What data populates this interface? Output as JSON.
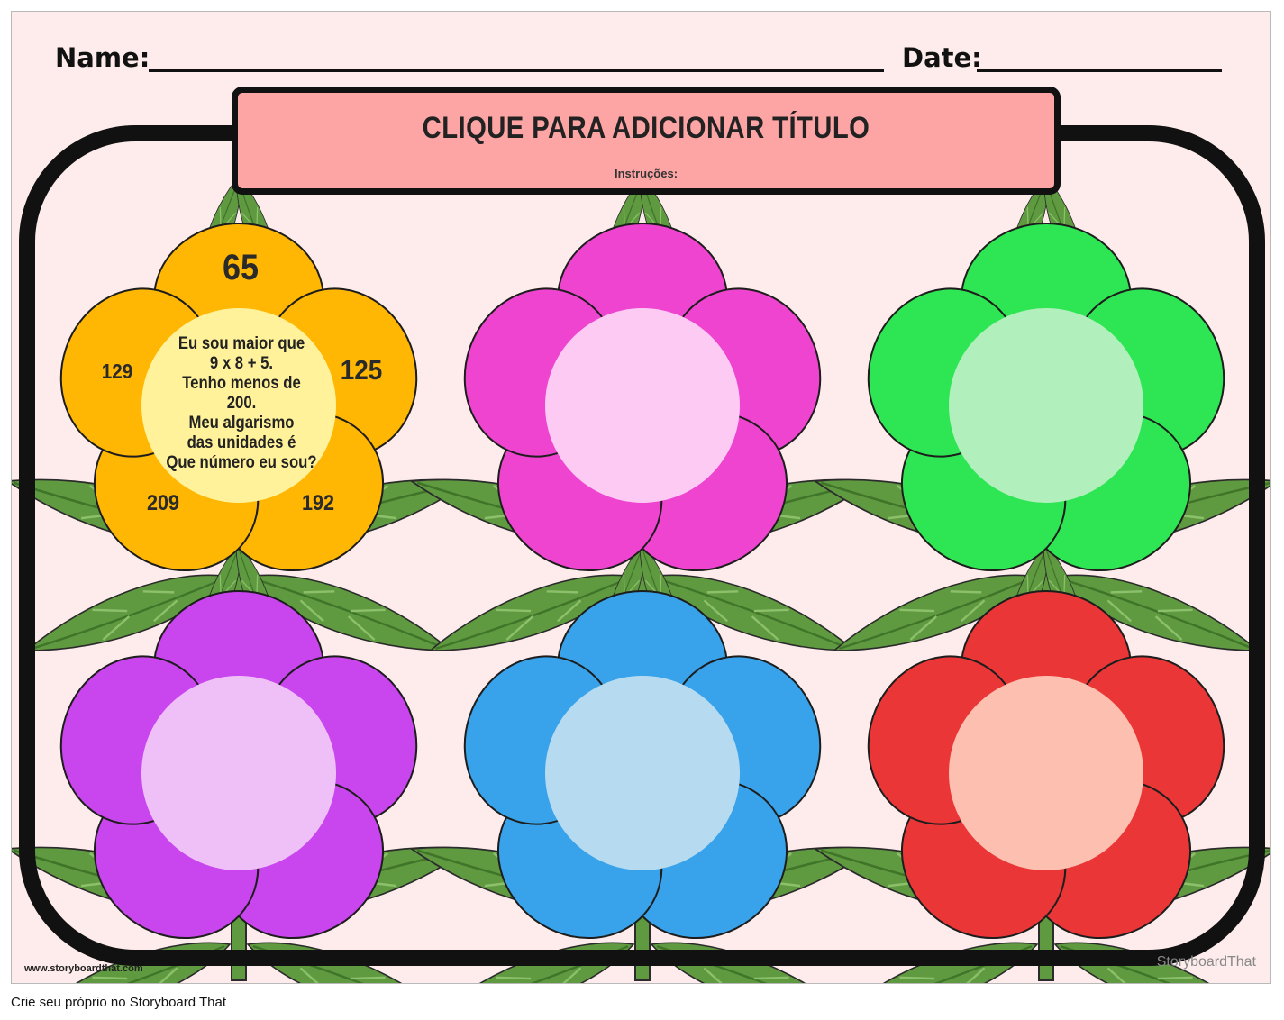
{
  "header": {
    "name_label": "Name:",
    "date_label": "Date:"
  },
  "title": {
    "text": "CLIQUE PARA ADICIONAR TÍTULO",
    "instructions": "Instruções:"
  },
  "colors": {
    "sheet_background": "#fdeceb",
    "title_box": "#fda4a4",
    "leaf": "#5f9a41",
    "leaf_dark": "#3f7429",
    "frame": "#111111"
  },
  "flowers": [
    {
      "petal_color": "#ffb703",
      "center_color": "#fff29a",
      "petal_numbers": [
        "65",
        "125",
        "192",
        "209",
        "129"
      ],
      "riddle_lines": [
        "Eu sou maior que",
        "9 x 8 + 5.",
        "Tenho menos de",
        "200.",
        "Meu algarismo",
        "das unidades é",
        "Que número eu sou?"
      ]
    },
    {
      "petal_color": "#ee44cf",
      "center_color": "#fdcaf3"
    },
    {
      "petal_color": "#2ee653",
      "center_color": "#b1efbd"
    },
    {
      "petal_color": "#c945ee",
      "center_color": "#efc0f7"
    },
    {
      "petal_color": "#38a3ea",
      "center_color": "#b6dbf0"
    },
    {
      "petal_color": "#ea3636",
      "center_color": "#fdc0b0"
    }
  ],
  "footer": {
    "url": "www.storyboardthat.com",
    "brand": "StoryboardThat",
    "caption": "Crie seu próprio no Storyboard That"
  }
}
